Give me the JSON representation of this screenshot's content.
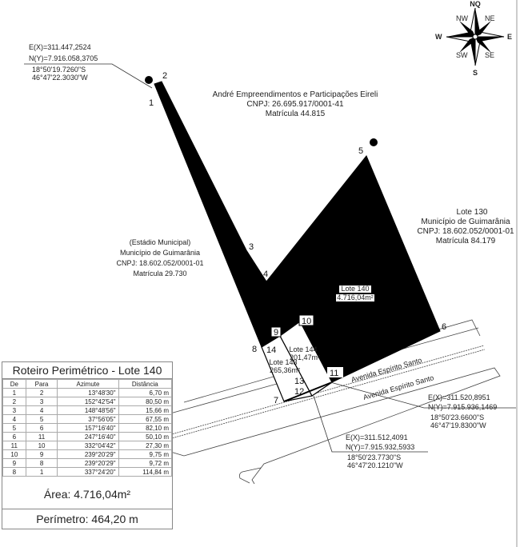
{
  "neighbors": {
    "north": {
      "name": "André Empreendimentos e Participações Eireli",
      "cnpj": "CNPJ: 26.695.917/0001-41",
      "matricula": "Matrícula 44.815"
    },
    "east": {
      "lote": "Lote 130",
      "name": "Município de Guimarânia",
      "cnpj": "CNPJ: 18.602.052/0001-01",
      "matricula": "Matrícula 84.179"
    },
    "west": {
      "line1": "(Estádio Municipal)",
      "line2": "Município de Guimarânia",
      "cnpj": "CNPJ: 18.602.052/0001-01",
      "matricula": "Matrícula 29.730"
    }
  },
  "lots": {
    "main": {
      "label": "Lote 140",
      "area": "4.716,04m²"
    },
    "lote144": {
      "label": "Lote 144",
      "area": "201,47m²"
    },
    "lote143": {
      "label": "Lote 143",
      "area": "265,36m²"
    }
  },
  "street": {
    "name1": "Avenida Espírito Santo",
    "name2": "Avenida Espírito Santo"
  },
  "vertices": [
    "1",
    "2",
    "3",
    "4",
    "5",
    "6",
    "7",
    "8",
    "9",
    "10",
    "11",
    "12",
    "13",
    "14"
  ],
  "coords": {
    "p1": {
      "e": "E(X)=311.447,2524",
      "n": "N(Y)=7.916.058,3705",
      "lat": "18°50'19.7260\"S",
      "lon": "46°47'22.3030\"W"
    },
    "p11": {
      "e": "E(X)=311.520,8951",
      "n": "N(Y)=7.915.936,1469",
      "lat": "18°50'23.6600\"S",
      "lon": "46°47'19.8300\"W"
    },
    "p12": {
      "e": "E(X)=311.512,4091",
      "n": "N(Y)=7.915.932,5933",
      "lat": "18°50'23.7730\"S",
      "lon": "46°47'20.1210\"W"
    }
  },
  "compass": {
    "n": "NQ",
    "s": "S",
    "e": "E",
    "w": "W",
    "ne": "NE",
    "nw": "NW",
    "se": "SE",
    "sw": "SW"
  },
  "table": {
    "title": "Roteiro Perimétrico - Lote 140",
    "headers": [
      "De",
      "Para",
      "Azimute",
      "Distância"
    ],
    "rows": [
      [
        "1",
        "2",
        "13°48'30\"",
        "6,70 m"
      ],
      [
        "2",
        "3",
        "152°42'54\"",
        "80,50 m"
      ],
      [
        "3",
        "4",
        "148°48'56\"",
        "15,66 m"
      ],
      [
        "4",
        "5",
        "37°56'05\"",
        "67,55 m"
      ],
      [
        "5",
        "6",
        "157°16'40\"",
        "82,10 m"
      ],
      [
        "6",
        "11",
        "247°16'40\"",
        "50,10 m"
      ],
      [
        "11",
        "10",
        "332°04'42\"",
        "27,30 m"
      ],
      [
        "10",
        "9",
        "239°20'29\"",
        "9,75 m"
      ],
      [
        "9",
        "8",
        "239°20'29\"",
        "9,72 m"
      ],
      [
        "8",
        "1",
        "337°24'20\"",
        "114,84 m"
      ]
    ],
    "area": "Área: 4.716,04m²",
    "perimeter": "Perímetro: 464,20 m"
  }
}
